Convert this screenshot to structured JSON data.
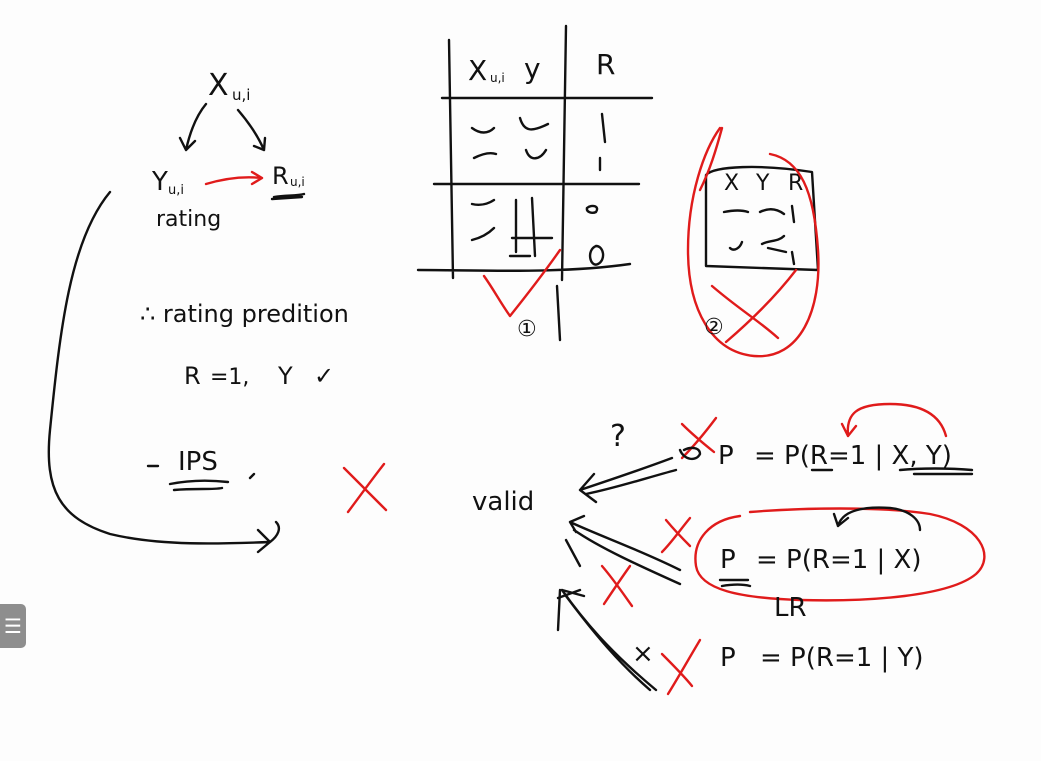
{
  "note": {
    "diagram": {
      "root": "X",
      "root_sub": "u,i",
      "left": "Y",
      "left_sub": "u,i",
      "right": "R",
      "right_sub": "u,i",
      "left_caption": "rating"
    },
    "table_1": {
      "headers": [
        "X",
        "y",
        "R"
      ],
      "header_x_sub": "u,i",
      "rows": [
        [
          "✓",
          "✓",
          "1"
        ],
        [
          "✓",
          "✓",
          "1"
        ],
        [
          "✓",
          "?",
          "0"
        ],
        [
          "✓",
          "?",
          "0"
        ]
      ],
      "marker": "①"
    },
    "table_2": {
      "headers": [
        "X",
        "Y",
        "R"
      ],
      "rows": [
        [
          "—",
          "—",
          "1"
        ],
        [
          "✓",
          "✓",
          "1"
        ]
      ],
      "marker": "②"
    },
    "left_notes": {
      "line1": "∴ rating predition",
      "line2_r": "R",
      "line2_eq": "=1,",
      "line2_y": "Y",
      "line2_check": "✓",
      "line3": "IPS"
    },
    "valid_label": "valid",
    "question_mark": "?",
    "equations": [
      {
        "lhs": "P",
        "rhs": "= P(R=1 | X, Y)"
      },
      {
        "lhs": "P",
        "rhs": "= P(R=1 | X)"
      },
      {
        "lhs": "P",
        "rhs": "= P(R=1 | Y)"
      }
    ],
    "lr_label": "LR",
    "x_mark": "×"
  },
  "colors": {
    "ink": "#111111",
    "accent": "#e01b1b",
    "background": "#fdfdfd",
    "menu": "#8e8e8e"
  },
  "icons": {
    "menu": "hamburger-menu-icon"
  }
}
